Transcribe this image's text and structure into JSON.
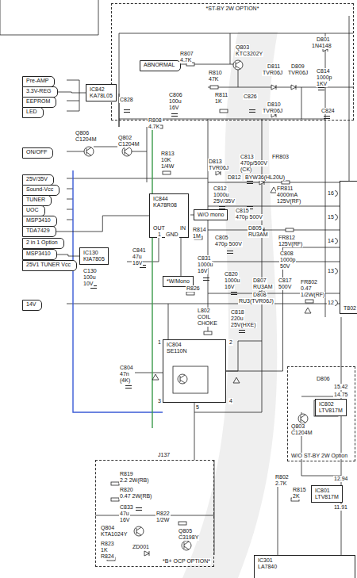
{
  "diagram": {
    "nodes": [
      {
        "text": [
          "*ST-BY 2W OPTION*"
        ]
      },
      {
        "text": [
          "Pre-AMP"
        ]
      },
      {
        "text": [
          "3.3V-REG"
        ]
      },
      {
        "text": [
          "EEPROM"
        ]
      },
      {
        "text": [
          "LED"
        ]
      },
      {
        "text": [
          "ON/OFF"
        ]
      },
      {
        "text": [
          "25V/35V"
        ]
      },
      {
        "text": [
          "Sound-Vcc"
        ]
      },
      {
        "text": [
          "TUNER"
        ]
      },
      {
        "text": [
          "UOC"
        ]
      },
      {
        "text": [
          "MSP3410"
        ]
      },
      {
        "text": [
          "TDA7429"
        ]
      },
      {
        "text": [
          "2 in 1 Option"
        ]
      },
      {
        "text": [
          "MSP3410"
        ]
      },
      {
        "text": [
          "25V1 TUNER Vcc"
        ]
      },
      {
        "text": [
          "14V"
        ]
      },
      {
        "text": [
          "IC842",
          "KA78L05"
        ]
      },
      {
        "text": [
          "IC844",
          "KA78R08"
        ]
      },
      {
        "text": [
          "IC130",
          "KIA7805"
        ]
      },
      {
        "text": [
          "ABNORMAL"
        ]
      },
      {
        "text": [
          "IC804",
          "SE110N"
        ]
      },
      {
        "text": [
          "W/O ST-BY 2W Option"
        ]
      },
      {
        "text": [
          "IC802",
          "LTV817M"
        ],
        "in": 21
      },
      {
        "text": [
          "IC801",
          "LTV817M"
        ]
      },
      {
        "text": [
          "*B+ OCP OPTION*"
        ]
      },
      {
        "text": [
          "IC301",
          "LA7840"
        ]
      },
      {
        "text": [
          "T802"
        ]
      },
      {
        "text": [
          "*W/Mono"
        ]
      },
      {
        "text": [
          "W/O mono"
        ]
      }
    ],
    "edges": [
      {
        "from": 2,
        "to": 16,
        "arrow": "none"
      },
      {
        "from": 13,
        "to": 18,
        "arrow": "none"
      },
      {
        "from": 11,
        "to": 17,
        "arrow": "none"
      },
      {
        "from": 20,
        "to": 26,
        "arrow": "none"
      }
    ],
    "labels": [
      "D801",
      "1N4148",
      "R807",
      "4.7K",
      "Q803",
      "KTC3202Y",
      "R810",
      "47K",
      "D811",
      "TVR06J",
      "D809",
      "TVR06J",
      "C814",
      "1000p",
      "1KV",
      "C828",
      "C806",
      "100u",
      "16V",
      "R811",
      "1K",
      "C826",
      "D810",
      "TVR06J",
      "C824",
      "R808",
      "4.7K",
      "Q806",
      "C1204M",
      "Q802",
      "C1204M",
      "R813",
      "10K",
      "1/4W",
      "D813",
      "TVR06J",
      "C813",
      "470p/500V",
      "(CK)",
      "FR803",
      "D812",
      "BYW36(HL20U)",
      "C812",
      "1000u",
      "25V/35V",
      "FR811",
      "4000mA",
      "125V(RF)",
      "C815",
      "470p 500V",
      "D805",
      "RU3AM",
      "C805",
      "470p 500V",
      "FR812",
      "125V(RF)",
      "C808",
      "1000p",
      "50V",
      "C820",
      "1000u",
      "16V",
      "D807",
      "RU3AM",
      "C817",
      "500V",
      "FR802",
      "0.47",
      "1/2W(RF)",
      "D808",
      "RU3(TVR06J)",
      "C818",
      "220u",
      "25V(HXE)",
      "L802",
      "COIL",
      "CHOKE",
      "OUT",
      "IN",
      "1",
      "GND",
      "R814",
      "1M",
      "C841",
      "47u",
      "16V",
      "C130",
      "100u",
      "10V",
      "C831",
      "1000u",
      "16V",
      "R826",
      "C804",
      "47n",
      "(4K)",
      "1",
      "2",
      "3",
      "4",
      "5",
      "16",
      "15",
      "14",
      "13",
      "12",
      "D806",
      "15.42",
      "14.75",
      "Q803",
      "C1204M",
      "12.94",
      "11.91",
      "R815",
      "2K",
      "R802",
      "2.7K",
      "J137",
      "R819",
      "2.2 2W(RB)",
      "R820",
      "0.47 2W(RB)",
      "C833",
      "47u",
      "16V",
      "Q804",
      "KTA1024Y",
      "R822",
      "1/2W",
      "R823",
      "1K",
      "ZD001",
      "Q805",
      "C3198Y",
      "R824"
    ]
  }
}
